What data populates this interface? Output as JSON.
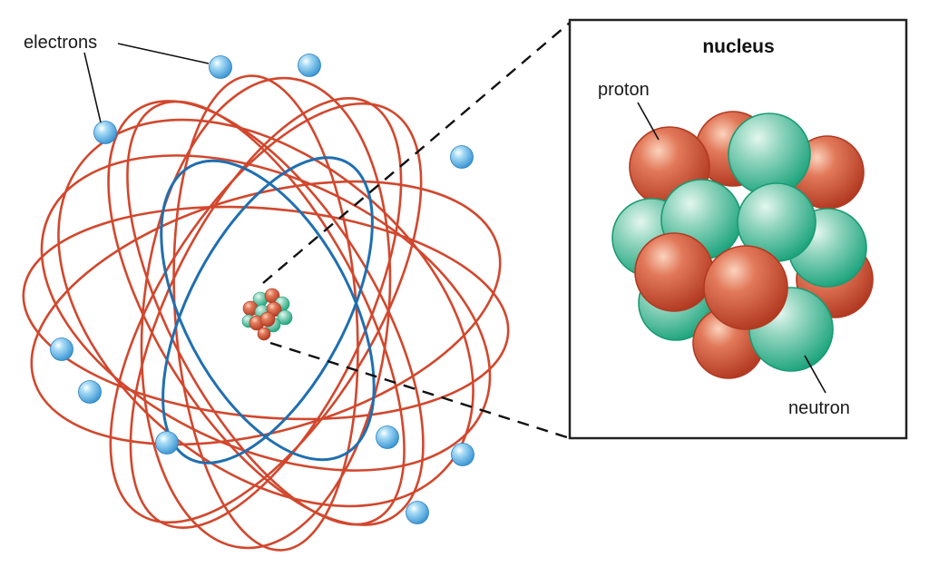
{
  "labels": {
    "electrons": "electrons",
    "nucleus": "nucleus",
    "proton": "proton",
    "neutron": "neutron"
  },
  "colors": {
    "outer_orbit": "#d2472d",
    "inner_orbit": "#1f6fb0",
    "electron": "#7ec4ec",
    "proton": "#d9573e",
    "neutron": "#3fbf9a",
    "frame": "#222222"
  },
  "icons": {
    "electron": "electron-sphere-icon",
    "proton": "proton-sphere-icon",
    "neutron": "neutron-sphere-icon"
  }
}
